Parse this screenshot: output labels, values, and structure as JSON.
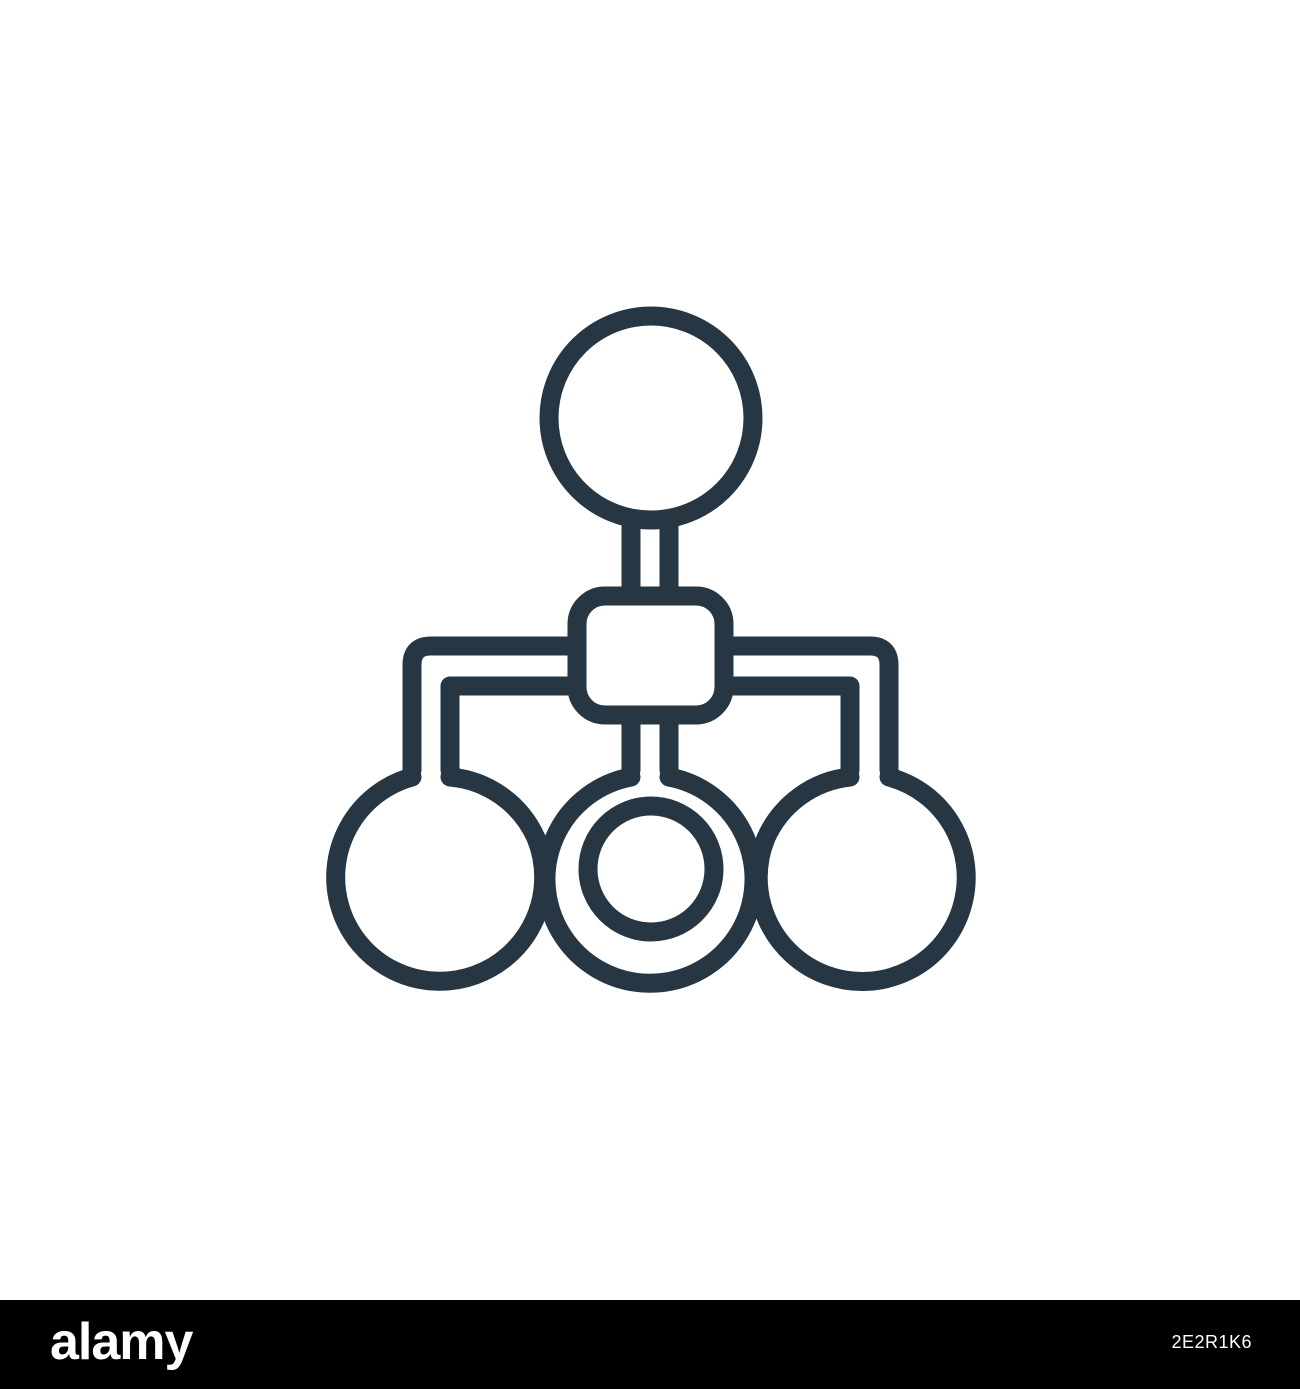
{
  "icon": {
    "name": "hierarchy-network-icon",
    "style": "outline",
    "stroke_color": "#263743",
    "background_color": "#ffffff"
  },
  "footer": {
    "brand": "alamy",
    "image_id": "2E2R1K6",
    "background_color": "#000000",
    "text_color": "#ffffff"
  }
}
